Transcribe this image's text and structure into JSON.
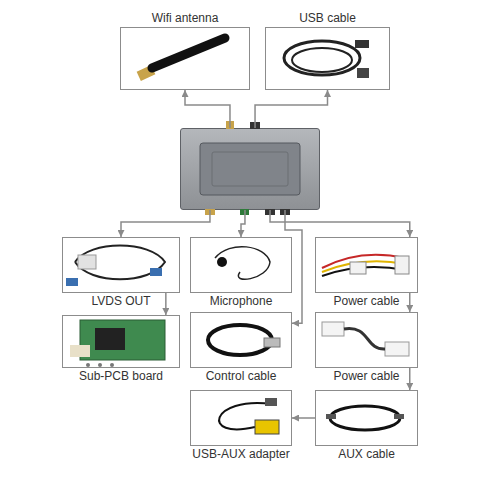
{
  "diagram": {
    "nodes": [
      {
        "text": []
      },
      {
        "text": [
          "Wifi antenna"
        ]
      },
      {
        "text": [
          "USB cable"
        ]
      },
      {
        "text": [
          "LVDS OUT"
        ]
      },
      {
        "text": [
          "Microphone"
        ]
      },
      {
        "text": [
          "Power cable"
        ]
      },
      {
        "text": [
          "Sub-PCB board"
        ]
      },
      {
        "text": [
          "Control cable"
        ]
      },
      {
        "text": [
          "Power cable"
        ]
      },
      {
        "text": [
          "USB-AUX adapter"
        ]
      },
      {
        "text": [
          "AUX cable"
        ]
      }
    ],
    "edges": [
      {
        "from": 0,
        "to": 1,
        "arrow": "to"
      },
      {
        "from": 0,
        "to": 2,
        "arrow": "to"
      },
      {
        "from": 0,
        "to": 3,
        "arrow": "to"
      },
      {
        "from": 0,
        "to": 4,
        "arrow": "to"
      },
      {
        "from": 0,
        "to": 5,
        "arrow": "to"
      },
      {
        "from": 3,
        "to": 6,
        "arrow": "to"
      },
      {
        "from": 0,
        "to": 7,
        "arrow": "to"
      },
      {
        "from": 5,
        "to": 8,
        "arrow": "to"
      },
      {
        "from": 8,
        "to": 10,
        "arrow": "to"
      },
      {
        "from": 10,
        "to": 9,
        "arrow": "to"
      }
    ]
  }
}
